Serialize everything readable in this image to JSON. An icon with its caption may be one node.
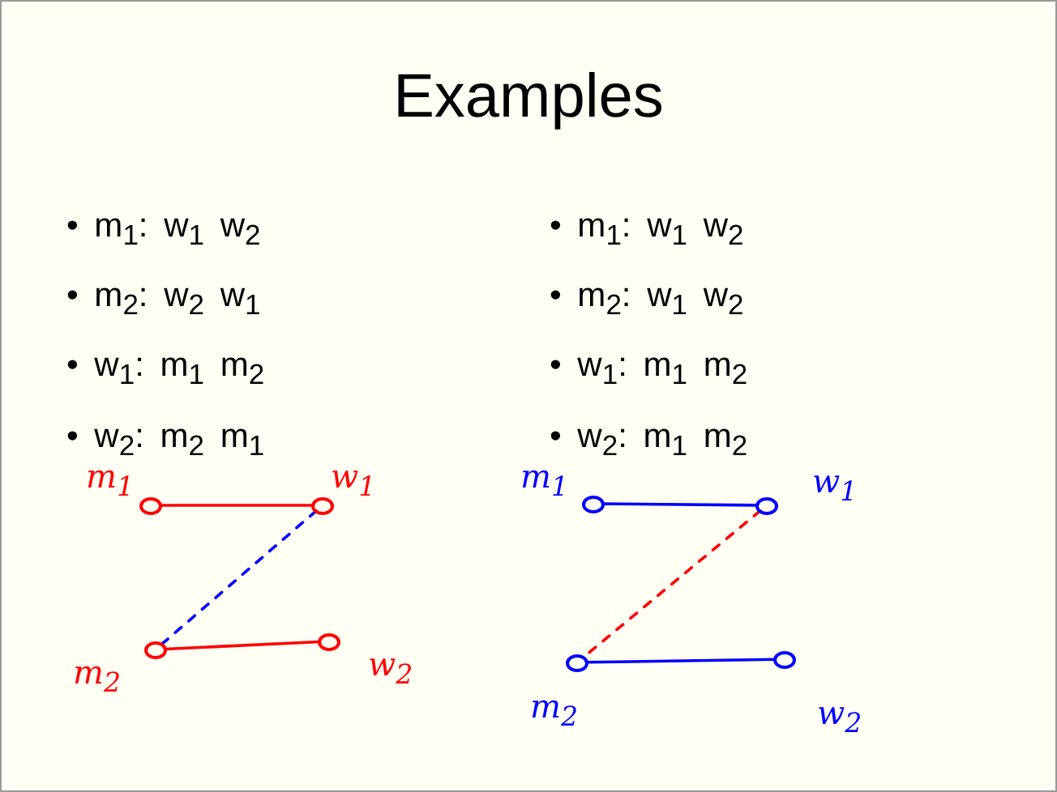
{
  "diagram": {
    "title": "Examples",
    "nodes": [
      {
        "text": [],
        "shape": "circle",
        "beside": [
          "m$_{1}$"
        ]
      },
      {
        "text": [],
        "shape": "circle",
        "beside": [
          "w$_{1}$"
        ]
      },
      {
        "text": [],
        "shape": "circle",
        "beside": [
          "m$_{2}$"
        ]
      },
      {
        "text": [],
        "shape": "circle",
        "beside": [
          "w$_{2}$"
        ]
      },
      {
        "text": [],
        "shape": "circle",
        "beside": [
          "m$_{1}$"
        ]
      },
      {
        "text": [],
        "shape": "circle",
        "beside": [
          "w$_{1}$"
        ]
      },
      {
        "text": [],
        "shape": "circle",
        "beside": [
          "m$_{2}$"
        ]
      },
      {
        "text": [],
        "shape": "circle",
        "beside": [
          "w$_{2}$"
        ]
      }
    ],
    "edges": [
      {
        "from": 0,
        "to": 1,
        "arrow": "none",
        "color": "#ff0000"
      },
      {
        "from": 1,
        "to": 2,
        "arrow": "none",
        "style": "dashed",
        "color": "#0000ff"
      },
      {
        "from": 2,
        "to": 3,
        "arrow": "none",
        "color": "#ff0000"
      },
      {
        "from": 4,
        "to": 5,
        "arrow": "none",
        "color": "#0000ff"
      },
      {
        "from": 5,
        "to": 6,
        "arrow": "none",
        "style": "dashed",
        "color": "#ff0000"
      },
      {
        "from": 6,
        "to": 7,
        "arrow": "none",
        "color": "#0000ff"
      }
    ],
    "labels": [
      "• m$_{1}$: w$_{1}$ w$_{2}$",
      "• m$_{2}$: w$_{2}$ w$_{1}$",
      "• w$_{1}$: m$_{1}$ m$_{2}$",
      "• w$_{2}$: m$_{2}$ m$_{1}$",
      "• m$_{1}$: w$_{1}$ w$_{2}$",
      "• m$_{2}$: w$_{1}$ w$_{2}$",
      "• w$_{1}$: m$_{1}$ m$_{2}$",
      "• w$_{2}$: m$_{1}$ m$_{2}$"
    ]
  }
}
